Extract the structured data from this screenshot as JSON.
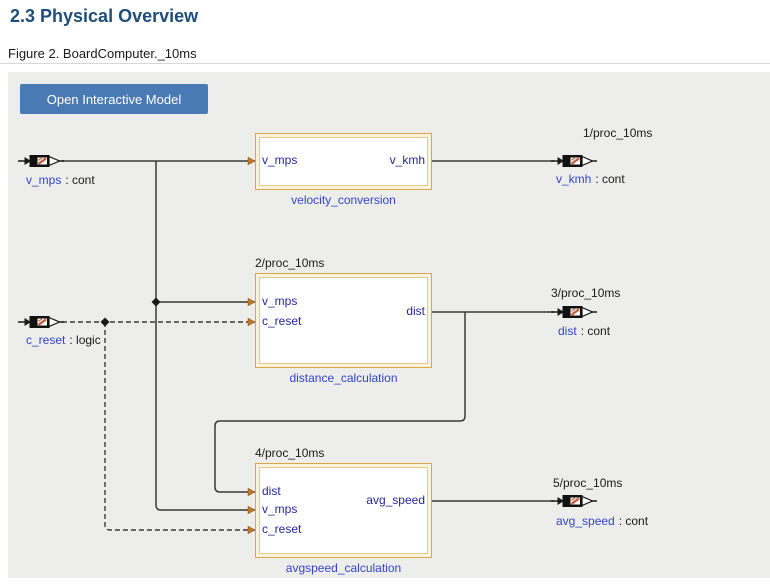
{
  "page": {
    "title": "2.3 Physical Overview",
    "figure_caption": "Figure 2. BoardComputer._10ms",
    "open_model_button": "Open Interactive Model"
  },
  "colors": {
    "title_text": "#1F4E79",
    "button_bg": "#4A7AB3",
    "panel_bg": "#EDEDEB",
    "block_border": "#DCA545",
    "block_inner_border": "#E7CA87",
    "port_text": "#26269C",
    "block_name_text": "#3344CC",
    "wire": "#3A3A3A",
    "port_hatch": "#C4613C"
  },
  "diagram": {
    "inputs": [
      {
        "name": "v_mps",
        "suffix": ": cont"
      },
      {
        "name": "c_reset",
        "suffix": ": logic"
      }
    ],
    "blocks": [
      {
        "name": "velocity_conversion",
        "ports_left": [
          "v_mps"
        ],
        "ports_right": [
          "v_kmh"
        ]
      },
      {
        "proc_label": "2/proc_10ms",
        "name": "distance_calculation",
        "ports_left": [
          "v_mps",
          "c_reset"
        ],
        "ports_right": [
          "dist"
        ]
      },
      {
        "proc_label": "4/proc_10ms",
        "name": "avgspeed_calculation",
        "ports_left": [
          "dist",
          "v_mps",
          "c_reset"
        ],
        "ports_right": [
          "avg_speed"
        ]
      }
    ],
    "outputs": [
      {
        "proc_label": "1/proc_10ms",
        "name": "v_kmh",
        "suffix": ": cont"
      },
      {
        "proc_label": "3/proc_10ms",
        "name": "dist",
        "suffix": ": cont"
      },
      {
        "proc_label": "5/proc_10ms",
        "name": "avg_speed",
        "suffix": ": cont"
      }
    ]
  }
}
